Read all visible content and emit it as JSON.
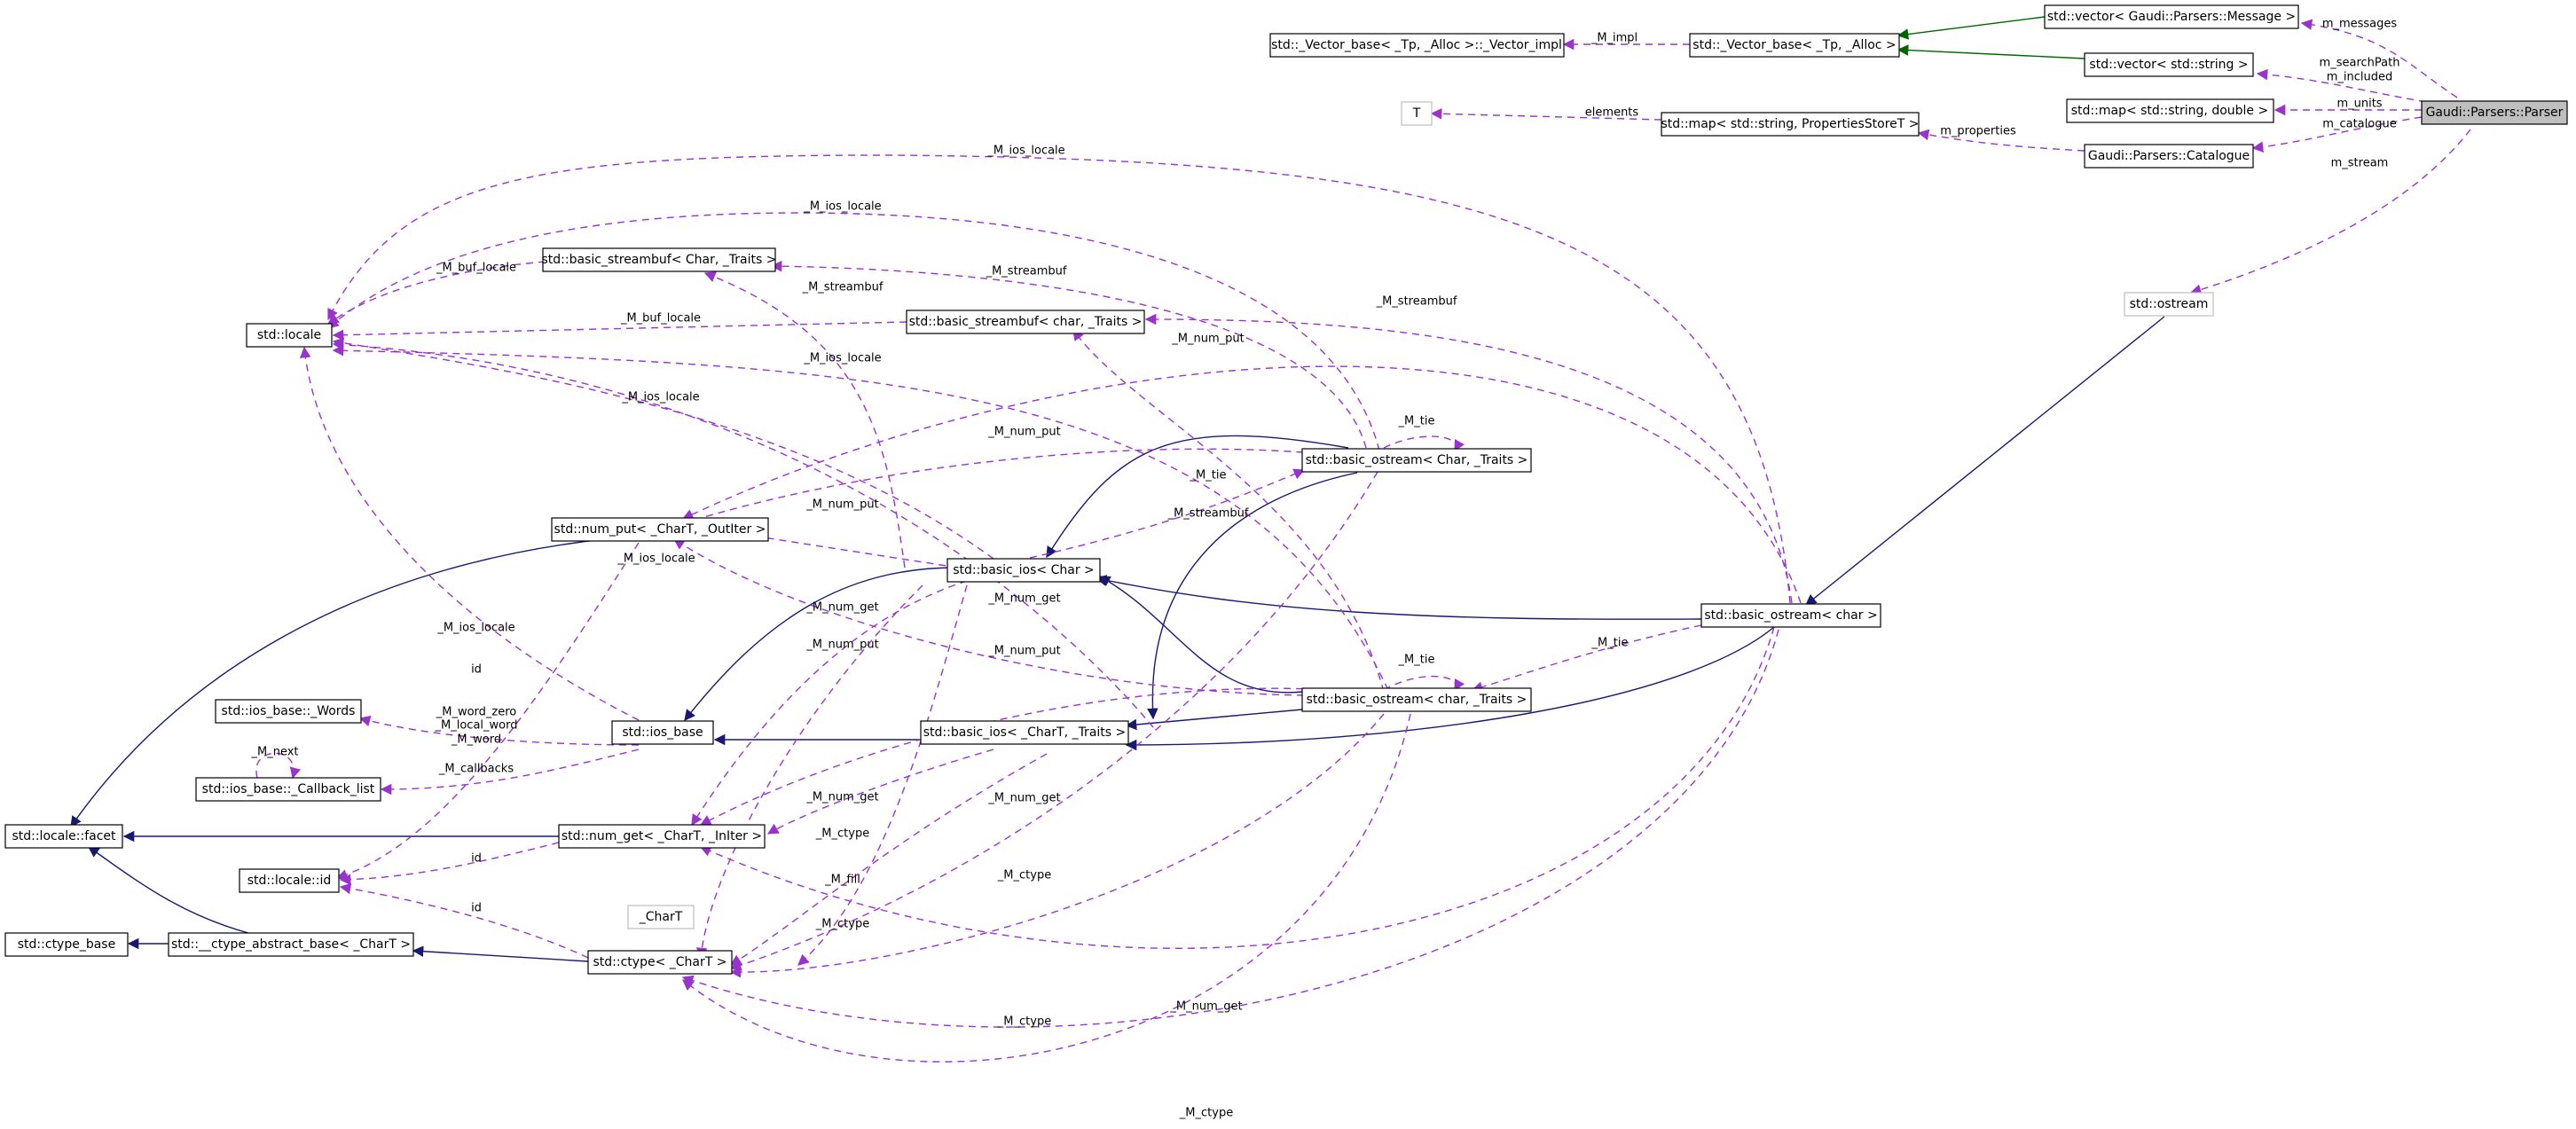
{
  "diagram": {
    "nodes": {
      "parser": "Gaudi::Parsers::Parser",
      "vector_message": "std::vector< Gaudi::Parsers::Message >",
      "vector_string": "std::vector< std::string >",
      "map_double": "std::map< std::string, double >",
      "catalogue": "Gaudi::Parsers::Catalogue",
      "vector_base": "std::_Vector_base< _Tp, _Alloc >",
      "vector_impl": "std::_Vector_base< _Tp, _Alloc >::_Vector_impl",
      "T": "T",
      "map_props": "std::map< std::string, PropertiesStoreT >",
      "ostream": "std::ostream",
      "basic_ostream_char": "std::basic_ostream< char >",
      "basic_ostream_Char_Traits": "std::basic_ostream< Char, _Traits >",
      "basic_ostream_char_Traits": "std::basic_ostream< char, _Traits >",
      "basic_ios_Char": "std::basic_ios< Char >",
      "basic_ios_CharT": "std::basic_ios< _CharT, _Traits >",
      "ios_base": "std::ios_base",
      "ios_words": "std::ios_base::_Words",
      "callback_list": "std::ios_base::_Callback_list",
      "locale": "std::locale",
      "locale_facet": "std::locale::facet",
      "locale_id": "std::locale::id",
      "streambuf_Char": "std::basic_streambuf< Char, _Traits >",
      "streambuf_char": "std::basic_streambuf< char, _Traits >",
      "num_put": "std::num_put< _CharT, _OutIter >",
      "num_get": "std::num_get< _CharT, _InIter >",
      "ctype": "std::ctype< _CharT >",
      "ctype_abstract": "std::__ctype_abstract_base< _CharT >",
      "ctype_base": "std::ctype_base",
      "CharT": "_CharT"
    },
    "labels": {
      "m_messages": "m_messages",
      "m_searchPath": "m_searchPath",
      "m_included": "m_included",
      "m_units": "m_units",
      "m_catalogue": "m_catalogue",
      "m_stream": "m_stream",
      "M_impl": "_M_impl",
      "elements": "elements",
      "m_properties": "m_properties",
      "M_ios_locale": "_M_ios_locale",
      "M_buf_locale": "_M_buf_locale",
      "M_streambuf": "_M_streambuf",
      "M_num_put": "_M_num_put",
      "M_num_get": "_M_num_get",
      "M_ctype": "_M_ctype",
      "M_tie": "_M_tie",
      "M_fill": "_M_fill",
      "M_next": "_M_next",
      "M_callbacks": "_M_callbacks",
      "id": "id",
      "M_word_zero": "_M_word_zero",
      "M_local_word": "_M_local_word",
      "M_word": "_M_word"
    },
    "colors": {
      "inheritance": "#191970",
      "inheritance_public": "#006400",
      "usage": "#9a32cd",
      "focus_fill": "#bfbfbf"
    }
  }
}
